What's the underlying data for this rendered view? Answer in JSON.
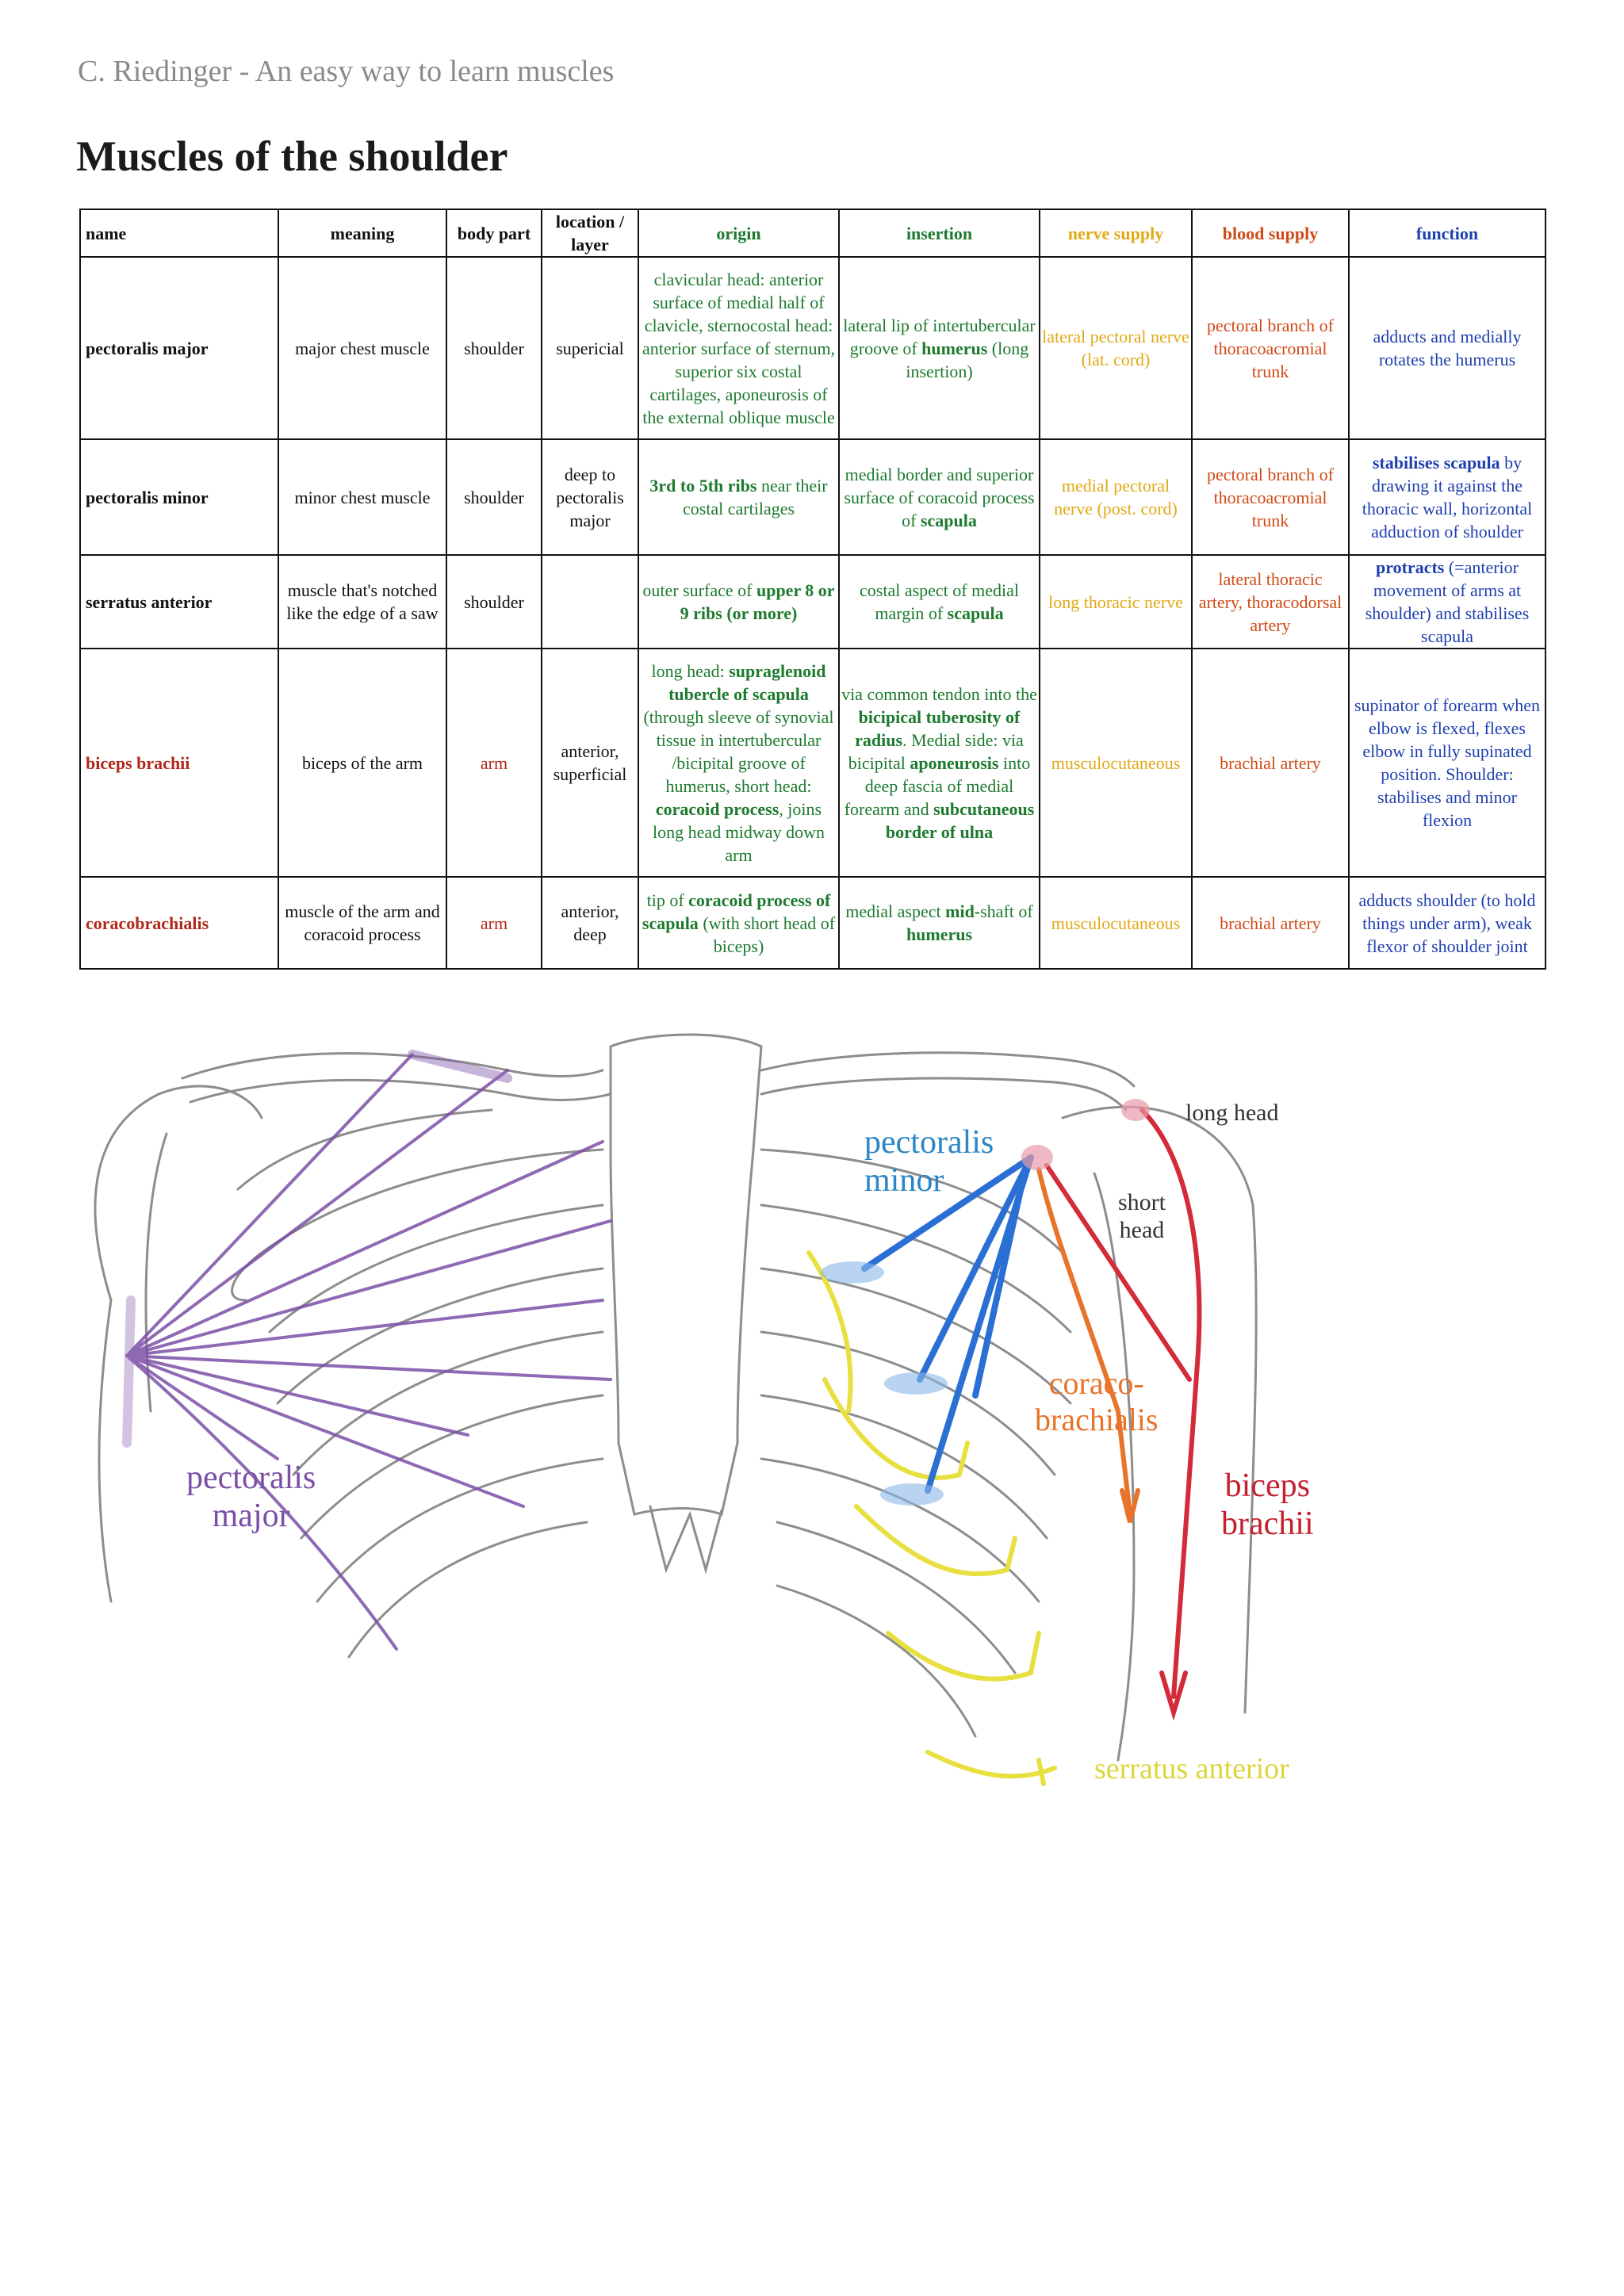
{
  "header": {
    "author": "C. Riedinger - An easy way to learn muscles",
    "title": "Muscles of the shoulder"
  },
  "colors": {
    "origin": "#1d7a2e",
    "nerve": "#e0a915",
    "blood": "#cf4a16",
    "function": "#1e3fae",
    "arm": "#b0281a",
    "pectoralis_major": "#7b4fa8",
    "pectoralis_minor": "#2a86c4",
    "coracobrachialis": "#e8732a",
    "biceps": "#d42a3a",
    "serratus": "#e8e040"
  },
  "table": {
    "headers": {
      "name": "name",
      "meaning": "meaning",
      "body_part": "body part",
      "location": "location / layer",
      "origin": "origin",
      "insertion": "insertion",
      "nerve": "nerve supply",
      "blood": "blood supply",
      "function": "function"
    },
    "rows": [
      {
        "name": "pectoralis major",
        "meaning": "major chest muscle",
        "body_part": "shoulder",
        "location": "supericial",
        "origin": "clavicular head: anterior surface of medial half of clavicle, sternocostal head: anterior surface of sternum, superior six costal cartilages, aponeurosis of the external oblique muscle",
        "insertion_a": "lateral lip of intertubercular groove of ",
        "insertion_b": "humerus",
        "insertion_c": " (long insertion)",
        "nerve": "lateral pectoral nerve (lat. cord)",
        "blood": "pectoral branch of thoracoacromial trunk",
        "function": "adducts and medially rotates the humerus"
      },
      {
        "name": "pectoralis minor",
        "meaning": "minor chest muscle",
        "body_part": "shoulder",
        "location": "deep to pectoralis major",
        "origin_a": "3rd to 5th ribs",
        "origin_b": " near their costal cartilages",
        "insertion_a": "medial border and superior surface of coracoid process of ",
        "insertion_b": "scapula",
        "nerve": "medial pectoral nerve (post. cord)",
        "blood": "pectoral branch of thoracoacromial trunk",
        "function_a": "stabilises scapula",
        "function_b": " by drawing it against the thoracic wall, horizontal adduction of shoulder"
      },
      {
        "name": "serratus anterior",
        "meaning": "muscle that's notched like the edge of a saw",
        "body_part": "shoulder",
        "location": "",
        "origin_a": "outer surface of ",
        "origin_b": "upper 8 or 9 ribs (or more)",
        "insertion_a": "costal aspect of medial margin of ",
        "insertion_b": "scapula",
        "nerve": "long thoracic nerve",
        "blood": "lateral thoracic artery, thoracodorsal artery",
        "function_a": "protracts",
        "function_b": " (=anterior movement of arms at shoulder) and stabilises scapula"
      },
      {
        "name": "biceps brachii",
        "meaning": "biceps of the arm",
        "body_part": "arm",
        "location": "anterior, superficial",
        "origin_a": "long head: ",
        "origin_b": "supraglenoid tubercle of scapula",
        "origin_c": " (through sleeve of synovial tissue in intertubercular /bicipital groove of humerus, short head: ",
        "origin_d": "coracoid process",
        "origin_e": ", joins long head midway down arm",
        "insertion_a": "via common tendon into the ",
        "insertion_b": "bicipical tuberosity of radius",
        "insertion_c": ". Medial side: via bicipital ",
        "insertion_d": "aponeurosis",
        "insertion_e": " into deep fascia of medial forearm and ",
        "insertion_f": "subcutaneous border of ulna",
        "nerve": "musculocutaneous",
        "blood": "brachial artery",
        "function": "supinator of forearm when elbow is flexed, flexes elbow in fully supinated position. Shoulder: stabilises and minor flexion"
      },
      {
        "name": "coracobrachialis",
        "meaning": "muscle of the arm and coracoid process",
        "body_part": "arm",
        "location": "anterior, deep",
        "origin_a": "tip of ",
        "origin_b": "coracoid process of scapula",
        "origin_c": " (with short head of biceps)",
        "insertion_a": "medial aspect ",
        "insertion_b": "mid-",
        "insertion_c": "shaft of ",
        "insertion_d": "humerus",
        "nerve": "musculocutaneous",
        "blood": "brachial artery",
        "function": "adducts shoulder (to hold things under arm), weak flexor of shoulder joint"
      }
    ]
  },
  "figure": {
    "labels": {
      "long_head": "long head",
      "short_head_1": "short",
      "short_head_2": "head",
      "pectoralis_minor_1": "pectoralis",
      "pectoralis_minor_2": "minor",
      "coraco_1": "coraco-",
      "coraco_2": "brachialis",
      "biceps_1": "biceps",
      "biceps_2": "brachii",
      "pectoralis_major_1": "pectoralis",
      "pectoralis_major_2": "major",
      "serratus": "serratus anterior"
    }
  }
}
